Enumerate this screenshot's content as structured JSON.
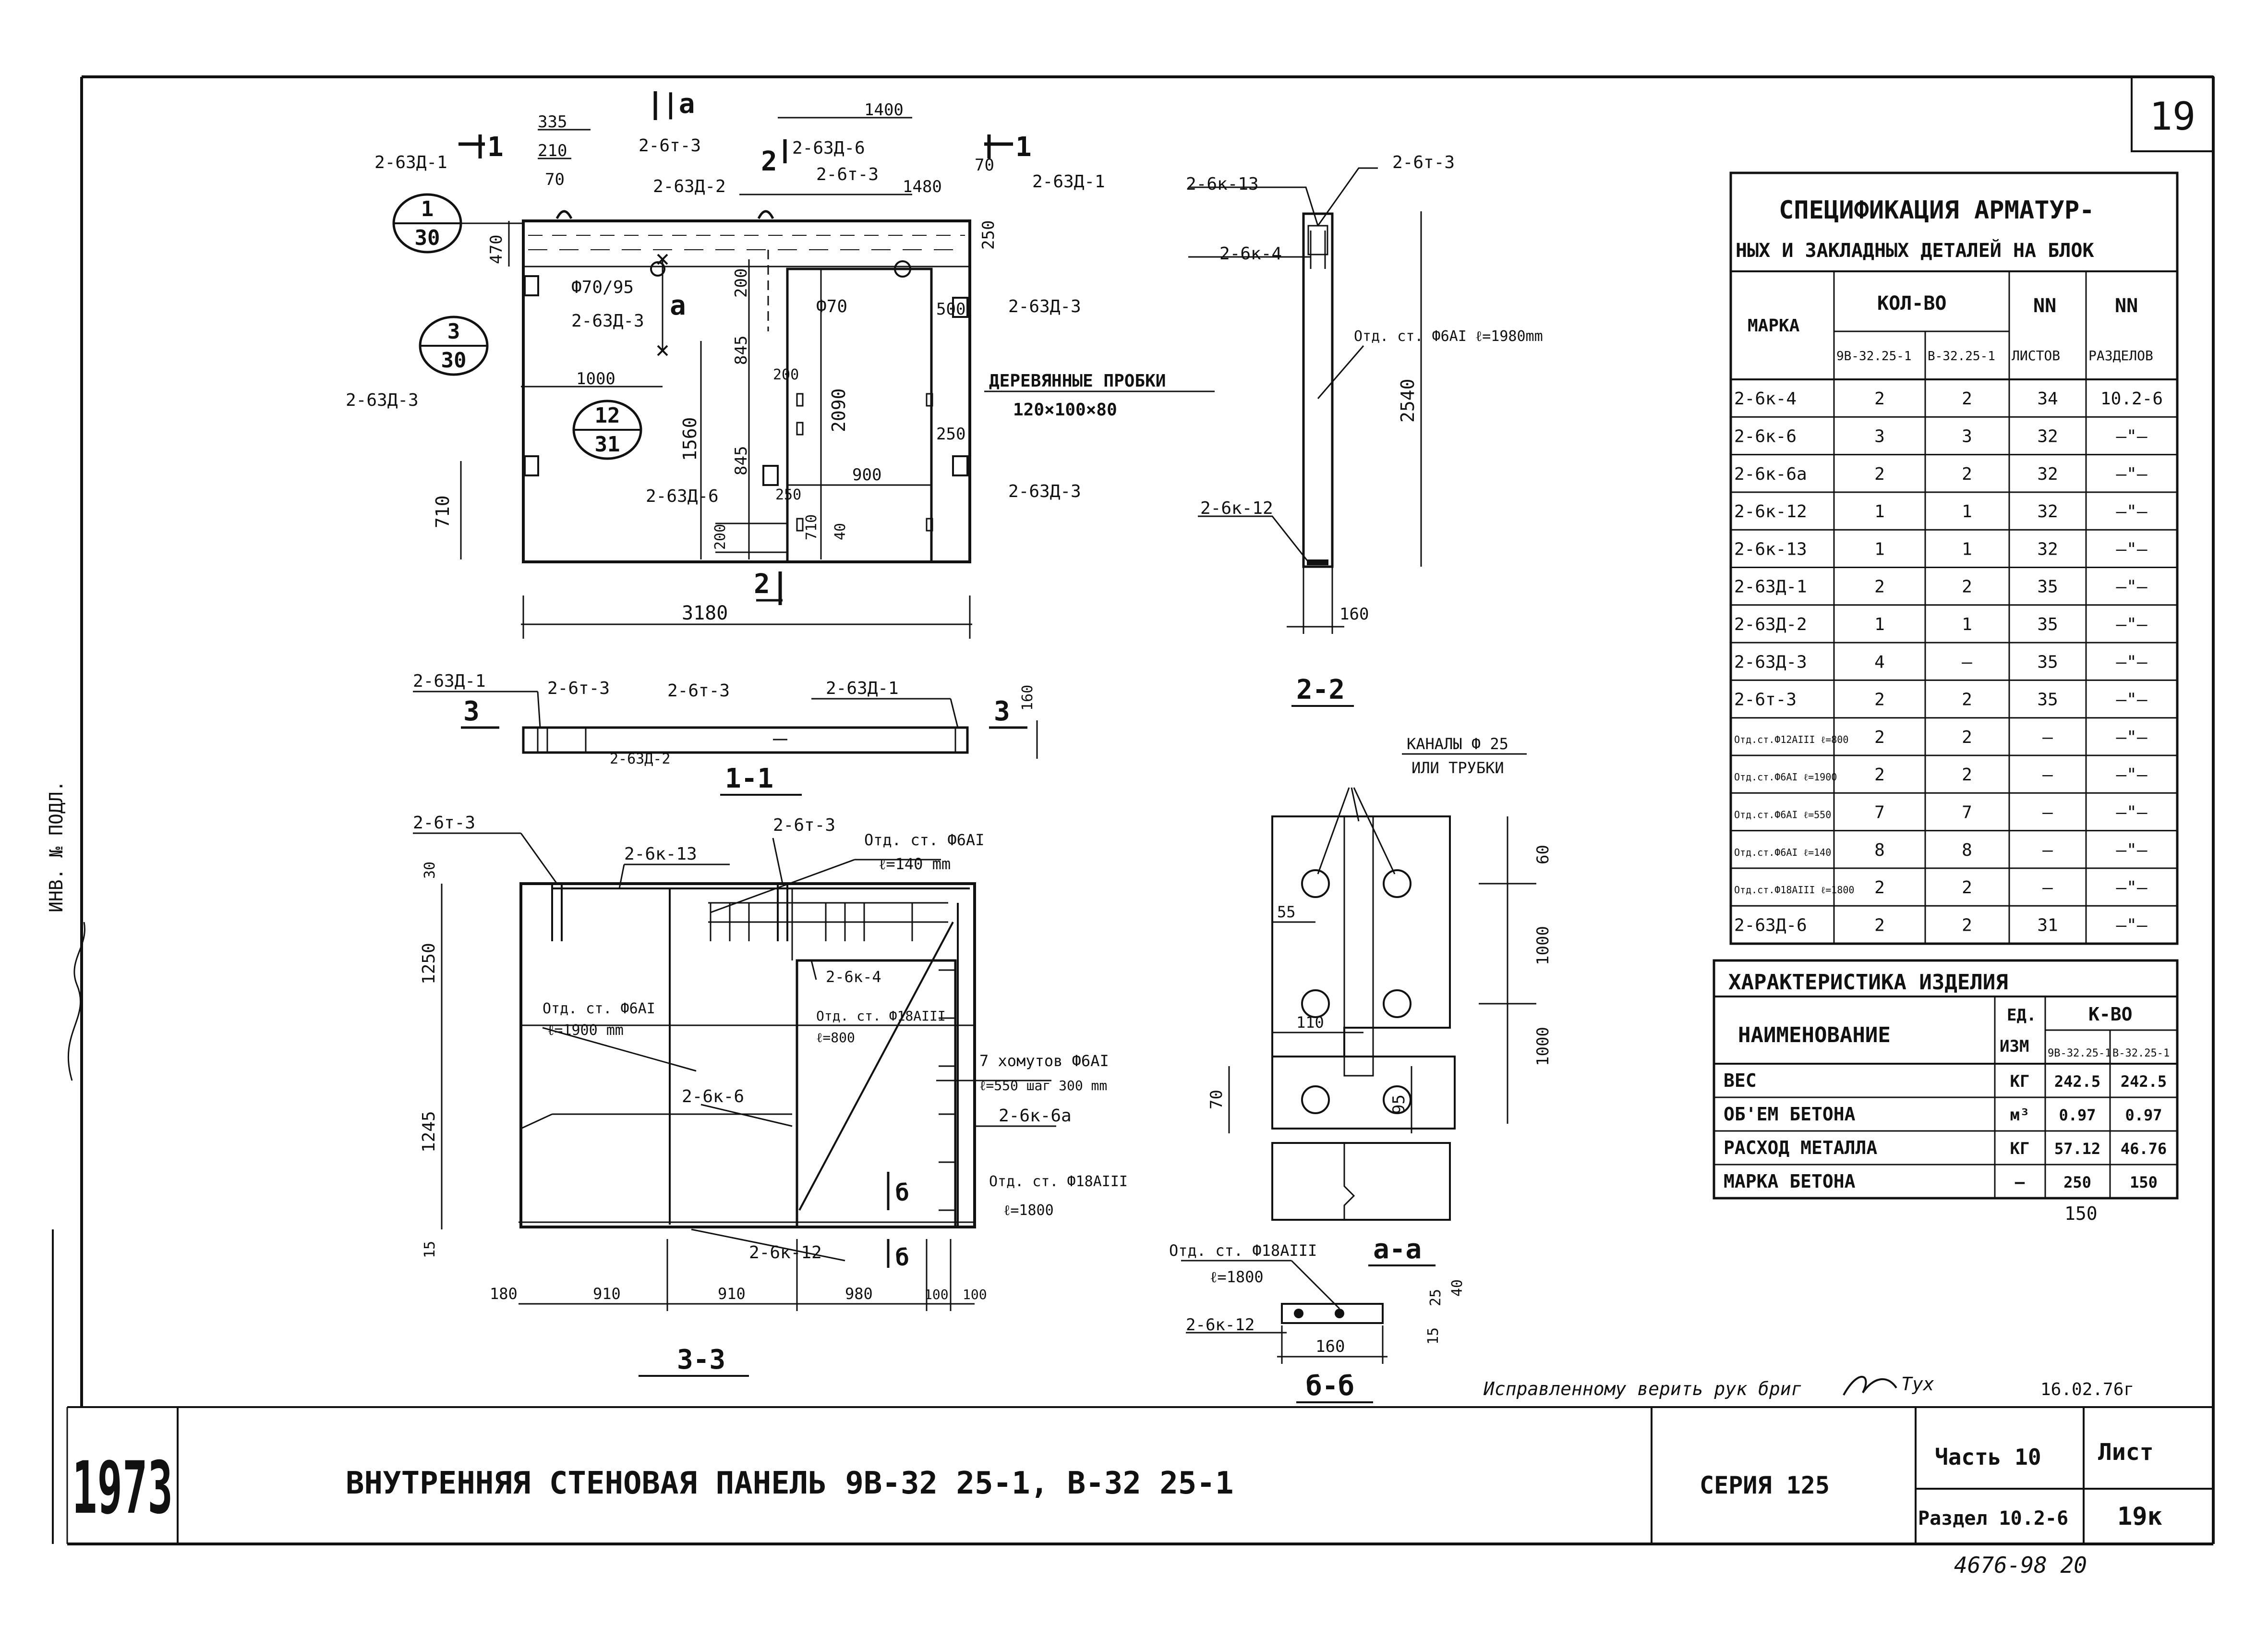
{
  "sheet": {
    "number": "19",
    "side_stamp": "ИНВ. № ПОДЛ.",
    "bottom_code": "4676-98  20"
  },
  "views": {
    "front": {
      "section_marks": {
        "a_top": "|a",
        "a_mid": "a",
        "s1_left": "1",
        "s1_right": "1",
        "s2_top": "2",
        "s2_bottom": "2"
      },
      "bubbles": [
        {
          "top": "1",
          "bottom": "30"
        },
        {
          "top": "3",
          "bottom": "30"
        },
        {
          "top": "12",
          "bottom": "31"
        }
      ],
      "labels": {
        "l1": "2-63Д-1",
        "l2": "2-6т-3",
        "l3": "2-63Д-2",
        "l4": "2-63Д-6",
        "l5": "2-6т-3",
        "l6": "2-63Д-1",
        "l7": "Ф70/95",
        "l8": "2-63Д-3",
        "l9": "Ф70",
        "l10": "2-63Д-3",
        "l11": "2-63Д-3",
        "l12": "2-63Д-6",
        "l13": "2-63Д-3",
        "wood_title": "ДЕРЕВЯННЫЕ ПРОБКИ",
        "wood_size": "120×100×80"
      },
      "dims": {
        "d335": "335",
        "d210": "210",
        "d70a": "70",
        "d1400": "1400",
        "d1480": "1480",
        "d70b": "70",
        "d470": "470",
        "d250a": "250",
        "d200a": "200",
        "d500": "500",
        "d1000": "1000",
        "d200b": "200",
        "d845a": "845",
        "d2090": "2090",
        "d1560": "1560",
        "d845b": "845",
        "d900": "900",
        "d250b": "250",
        "d250c": "250",
        "d710a": "710",
        "d710b": "710",
        "d40": "40",
        "d200c": "200",
        "d3180": "3180"
      }
    },
    "side": {
      "title": "2-2",
      "labels": {
        "k13": "2-6к-13",
        "t3": "2-6т-3",
        "k4": "2-6к-4",
        "rod": "Отд. ст. Ф6АI  ℓ=1980mm",
        "k12": "2-6к-12"
      },
      "dims": {
        "h": "2540",
        "w": "160"
      }
    },
    "plan": {
      "title": "1-1",
      "labels": {
        "a": "2-63Д-1",
        "b": "2-6т-3",
        "c": "2-6т-3",
        "d": "2-63Д-1",
        "e": "2-63Д-2"
      },
      "marks": {
        "left": "3",
        "right": "3"
      },
      "dims": {
        "h": "160"
      }
    },
    "reinf": {
      "title": "3-3",
      "labels": {
        "t3a": "2-6т-3",
        "k13": "2-6к-13",
        "t3b": "2-6т-3",
        "r1a": "Отд. ст. Ф6АI",
        "r1b": "ℓ=140 mm",
        "k4": "2-6к-4",
        "r2a": "Отд. ст. Ф6АI",
        "r2b": "ℓ=1900 mm",
        "r3a": "Отд. ст. Ф18АIII",
        "r3b": "ℓ=800",
        "clampA": "7 хомутов Ф6АI",
        "clampB": "ℓ=550  шаг 300 mm",
        "k6": "2-6к-6",
        "k6a": "2-6к-6а",
        "r4a": "Отд. ст. Ф18АIII",
        "r4b": "ℓ=1800",
        "k12": "2-6к-12",
        "b1": "б",
        "b2": "б"
      },
      "dims": {
        "v30": "30",
        "v1250": "1250",
        "v1245": "1245",
        "v15": "15",
        "h180": "180",
        "h910a": "910",
        "h910b": "910",
        "h980": "980",
        "h100a": "100",
        "h100b": "100"
      }
    },
    "detail_aa": {
      "title": "a-a",
      "labels": {
        "ch1": "КАНАЛЫ Ф 25",
        "ch2": "ИЛИ ТРУБКИ"
      },
      "dims": {
        "d55": "55",
        "d110": "110",
        "d60": "60",
        "d1000a": "1000",
        "d1000b": "1000",
        "d70": "70",
        "d95": "95"
      }
    },
    "detail_bb": {
      "title": "б-б",
      "labels": {
        "r1": "Отд. ст. Ф18АIII",
        "r2": "ℓ=1800",
        "k12": "2-6к-12"
      },
      "dims": {
        "w160": "160",
        "d25": "25",
        "d40": "40",
        "d15": "15"
      }
    }
  },
  "spec_table": {
    "title_line1": "СПЕЦИФИКАЦИЯ АРМАТУР-",
    "title_line2": "НЫХ И ЗАКЛАДНЫХ ДЕТАЛЕЙ НА БЛОК",
    "headers": {
      "mark": "МАРКА",
      "qty": "КОЛ-ВО",
      "qa": "9В-32.25-1",
      "qb": "В-32.25-1",
      "sheets_a": "NN",
      "sheets_b": "ЛИСТОВ",
      "sect_a": "NN",
      "sect_b": "РАЗДЕЛОВ"
    },
    "rows": [
      [
        "2-6к-4",
        "2",
        "2",
        "34",
        "10.2-6"
      ],
      [
        "2-6к-6",
        "3",
        "3",
        "32",
        "—\"—"
      ],
      [
        "2-6к-6а",
        "2",
        "2",
        "32",
        "—\"—"
      ],
      [
        "2-6к-12",
        "1",
        "1",
        "32",
        "—\"—"
      ],
      [
        "2-6к-13",
        "1",
        "1",
        "32",
        "—\"—"
      ],
      [
        "2-63Д-1",
        "2",
        "2",
        "35",
        "—\"—"
      ],
      [
        "2-63Д-2",
        "1",
        "1",
        "35",
        "—\"—"
      ],
      [
        "2-63Д-3",
        "4",
        "—",
        "35",
        "—\"—"
      ],
      [
        "2-6т-3",
        "2",
        "2",
        "35",
        "—\"—"
      ],
      [
        "Отд.ст.Ф12АIII ℓ=800",
        "2",
        "2",
        "—",
        "—\"—"
      ],
      [
        "Отд.ст.Ф6АI ℓ=1900",
        "2",
        "2",
        "—",
        "—\"—"
      ],
      [
        "Отд.ст.Ф6АI ℓ=550",
        "7",
        "7",
        "—",
        "—\"—"
      ],
      [
        "Отд.ст.Ф6АI ℓ=140",
        "8",
        "8",
        "—",
        "—\"—"
      ],
      [
        "Отд.ст.Ф18АIII ℓ=1800",
        "2",
        "2",
        "—",
        "—\"—"
      ],
      [
        "2-63Д-6",
        "2",
        "2",
        "31",
        "—\"—"
      ]
    ]
  },
  "char_table": {
    "title": "ХАРАКТЕРИСТИКА ИЗДЕЛИЯ",
    "headers": {
      "name": "НАИМЕНОВАНИЕ",
      "unit_a": "ЕД.",
      "unit_b": "ИЗМ",
      "qty": "К-ВО",
      "qa": "9В-32.25-1",
      "qb": "В-32.25-1"
    },
    "rows": [
      [
        "ВЕС",
        "КГ",
        "242.5",
        "242.5"
      ],
      [
        "ОБ'ЕМ БЕТОНА",
        "м³",
        "0.97",
        "0.97"
      ],
      [
        "РАСХОД МЕТАЛЛА",
        "КГ",
        "57.12",
        "46.76"
      ],
      [
        "МАРКА БЕТОНА",
        "—",
        "250",
        "150"
      ]
    ],
    "below": "150"
  },
  "correction": {
    "text": "Исправленному верить рук бриг",
    "signature": "Тух",
    "date": "16.02.76г"
  },
  "title_block": {
    "year": "1973",
    "title": "ВНУТРЕННЯЯ СТЕНОВАЯ ПАНЕЛЬ 9В-32 25-1, В-32 25-1",
    "series": "СЕРИЯ 125",
    "part": "Часть 10",
    "section": "Раздел 10.2-6",
    "list_label": "Лист",
    "list_value": "19к"
  }
}
